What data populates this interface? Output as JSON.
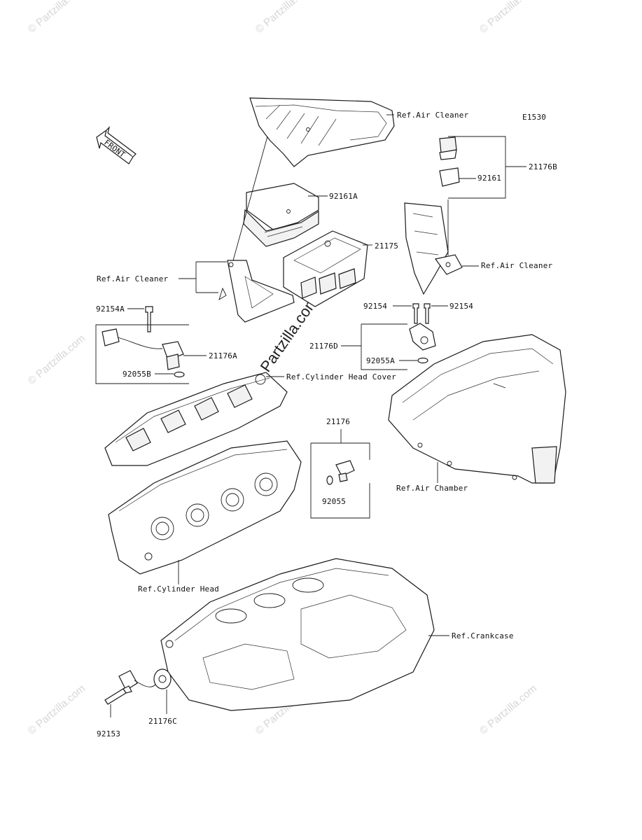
{
  "diagram_code": "E1530",
  "front_arrow_label": "FRONT",
  "watermark_center": "Partzilla.com",
  "watermark_repeat": "© Partzilla.com",
  "labels": {
    "ref_air_cleaner_top": "Ref.Air Cleaner",
    "ref_air_cleaner_left": "Ref.Air Cleaner",
    "ref_air_cleaner_right": "Ref.Air Cleaner",
    "ref_cylinder_head_cover": "Ref.Cylinder Head Cover",
    "ref_air_chamber": "Ref.Air Chamber",
    "ref_cylinder_head": "Ref.Cylinder Head",
    "ref_crankcase": "Ref.Crankcase",
    "p92161A": "92161A",
    "p21175": "21175",
    "p21176B": "21176B",
    "p92161": "92161",
    "p92154A": "92154A",
    "p21176A": "21176A",
    "p92055B": "92055B",
    "p92154_left": "92154",
    "p92154_right": "92154",
    "p21176D": "21176D",
    "p92055A": "92055A",
    "p21176": "21176",
    "p92055": "92055",
    "p92153": "92153",
    "p21176C": "21176C"
  }
}
